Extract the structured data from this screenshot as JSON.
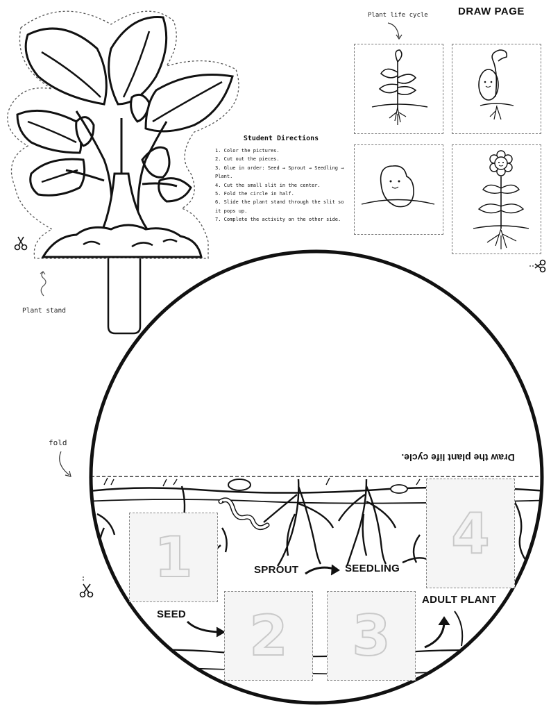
{
  "header": {
    "draw_page": "DRAW PAGE"
  },
  "draw_page": {
    "arrow_label": "Plant life cycle"
  },
  "plant_stand": {
    "label": "Plant stand"
  },
  "directions": {
    "title": "Student Directions",
    "steps": [
      "1. Color the pictures.",
      "2. Cut out the pieces.",
      "3. Glue in order: Seed → Sprout → Seedling → Plant.",
      "4. Cut the small slit in the center.",
      "5. Fold the circle in half.",
      "6. Slide the plant stand through the slit so it pops up.",
      "7. Complete the activity on the other side."
    ]
  },
  "circle": {
    "heading_upside_down": "Draw the plant life cycle.",
    "fold_label": "fold",
    "stages": {
      "seed": "SEED",
      "sprout": "SPROUT",
      "seedling": "SEEDLING",
      "adult": "ADULT PLANT"
    },
    "slots": [
      "1",
      "2",
      "3",
      "4"
    ]
  },
  "icons": [
    "scissors-icon",
    "plant-stand-cutout",
    "seedling-picture",
    "sprouting-seed-picture",
    "smiling-seed-picture",
    "flowering-plant-picture",
    "earthworm-icon"
  ]
}
